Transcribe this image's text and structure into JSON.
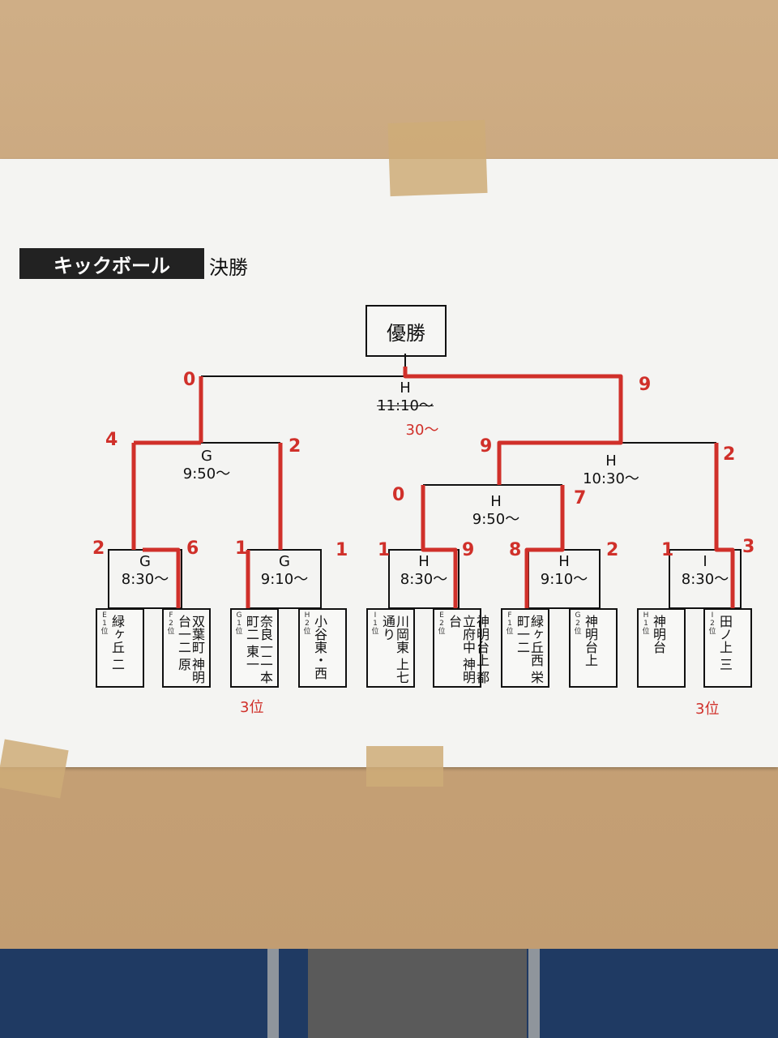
{
  "title": "キックボール",
  "subtitle": "決勝",
  "final": {
    "label": "優勝"
  },
  "matches": [
    {
      "id": "final",
      "court": "H",
      "time": "11:10〜",
      "time_new": "30〜"
    },
    {
      "id": "semi-left",
      "court": "G",
      "time": "9:50〜"
    },
    {
      "id": "semi-right",
      "court": "H",
      "time": "10:30〜"
    },
    {
      "id": "qf-center",
      "court": "H",
      "time": "9:50〜"
    },
    {
      "id": "r1-1",
      "court": "G",
      "time": "8:30〜"
    },
    {
      "id": "r1-2",
      "court": "G",
      "time": "9:10〜"
    },
    {
      "id": "r1-3",
      "court": "H",
      "time": "8:30〜"
    },
    {
      "id": "r1-4",
      "court": "H",
      "time": "9:10〜"
    },
    {
      "id": "r1-5",
      "court": "I",
      "time": "8:30〜"
    }
  ],
  "teams": [
    {
      "group": "E",
      "rank": "1位",
      "name": "緑ヶ丘 二"
    },
    {
      "group": "F",
      "rank": "2位",
      "name": "双葉町 神明台一二 原"
    },
    {
      "group": "G",
      "rank": "1位",
      "name": "奈良一二 本町二 東一"
    },
    {
      "group": "H",
      "rank": "2位",
      "name": "小谷東・西"
    },
    {
      "group": "I",
      "rank": "1位",
      "name": "川岡東 上七通り"
    },
    {
      "group": "E",
      "rank": "2位",
      "name": "神明台上 都立府中 神明台"
    },
    {
      "group": "F",
      "rank": "1位",
      "name": "緑ヶ丘西 栄町一二"
    },
    {
      "group": "G",
      "rank": "2位",
      "name": "神明台上"
    },
    {
      "group": "H",
      "rank": "1位",
      "name": "神明台"
    },
    {
      "group": "I",
      "rank": "2位",
      "name": "田ノ上 三"
    }
  ],
  "scores": [
    "0",
    "9",
    "4",
    "2",
    "9",
    "2",
    "0",
    "7",
    "2",
    "6",
    "1",
    "1",
    "1",
    "9",
    "8",
    "2",
    "1",
    "3"
  ],
  "placements": [
    "3位",
    "3位"
  ],
  "colors": {
    "winner_line": "#d0302a",
    "ink": "#111111"
  }
}
